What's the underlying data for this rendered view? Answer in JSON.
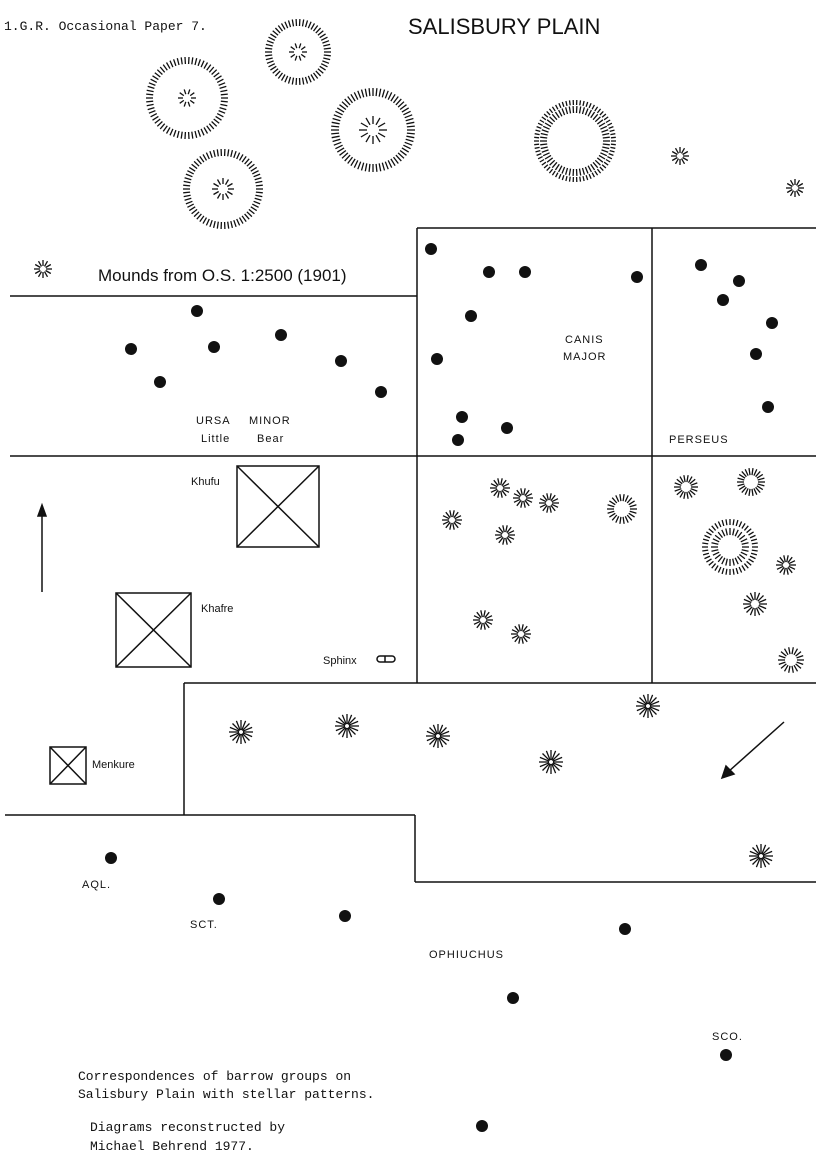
{
  "header": {
    "series": "1.G.R. Occasional Paper 7.",
    "title": "SALISBURY PLAIN",
    "mounds_caption": "Mounds from O.S. 1:2500 (1901)"
  },
  "labels": {
    "ursa_minor_1": "URSA",
    "ursa_minor_2": "MINOR",
    "little": "Little",
    "bear": "Bear",
    "canis": "CANIS",
    "major": "MAJOR",
    "perseus": "PERSEUS",
    "khufu": "Khufu",
    "khafre": "Khafre",
    "menkure": "Menkure",
    "sphinx": "Sphinx",
    "aql": "AQL.",
    "sct": "SCT.",
    "ophiuchus": "OPHIUCHUS",
    "sco": "SCO."
  },
  "footer": {
    "caption_line1": "Correspondences of barrow groups on",
    "caption_line2": "Salisbury Plain with stellar patterns.",
    "credit_line1": "Diagrams reconstructed by",
    "credit_line2": "Michael Behrend 1977."
  }
}
